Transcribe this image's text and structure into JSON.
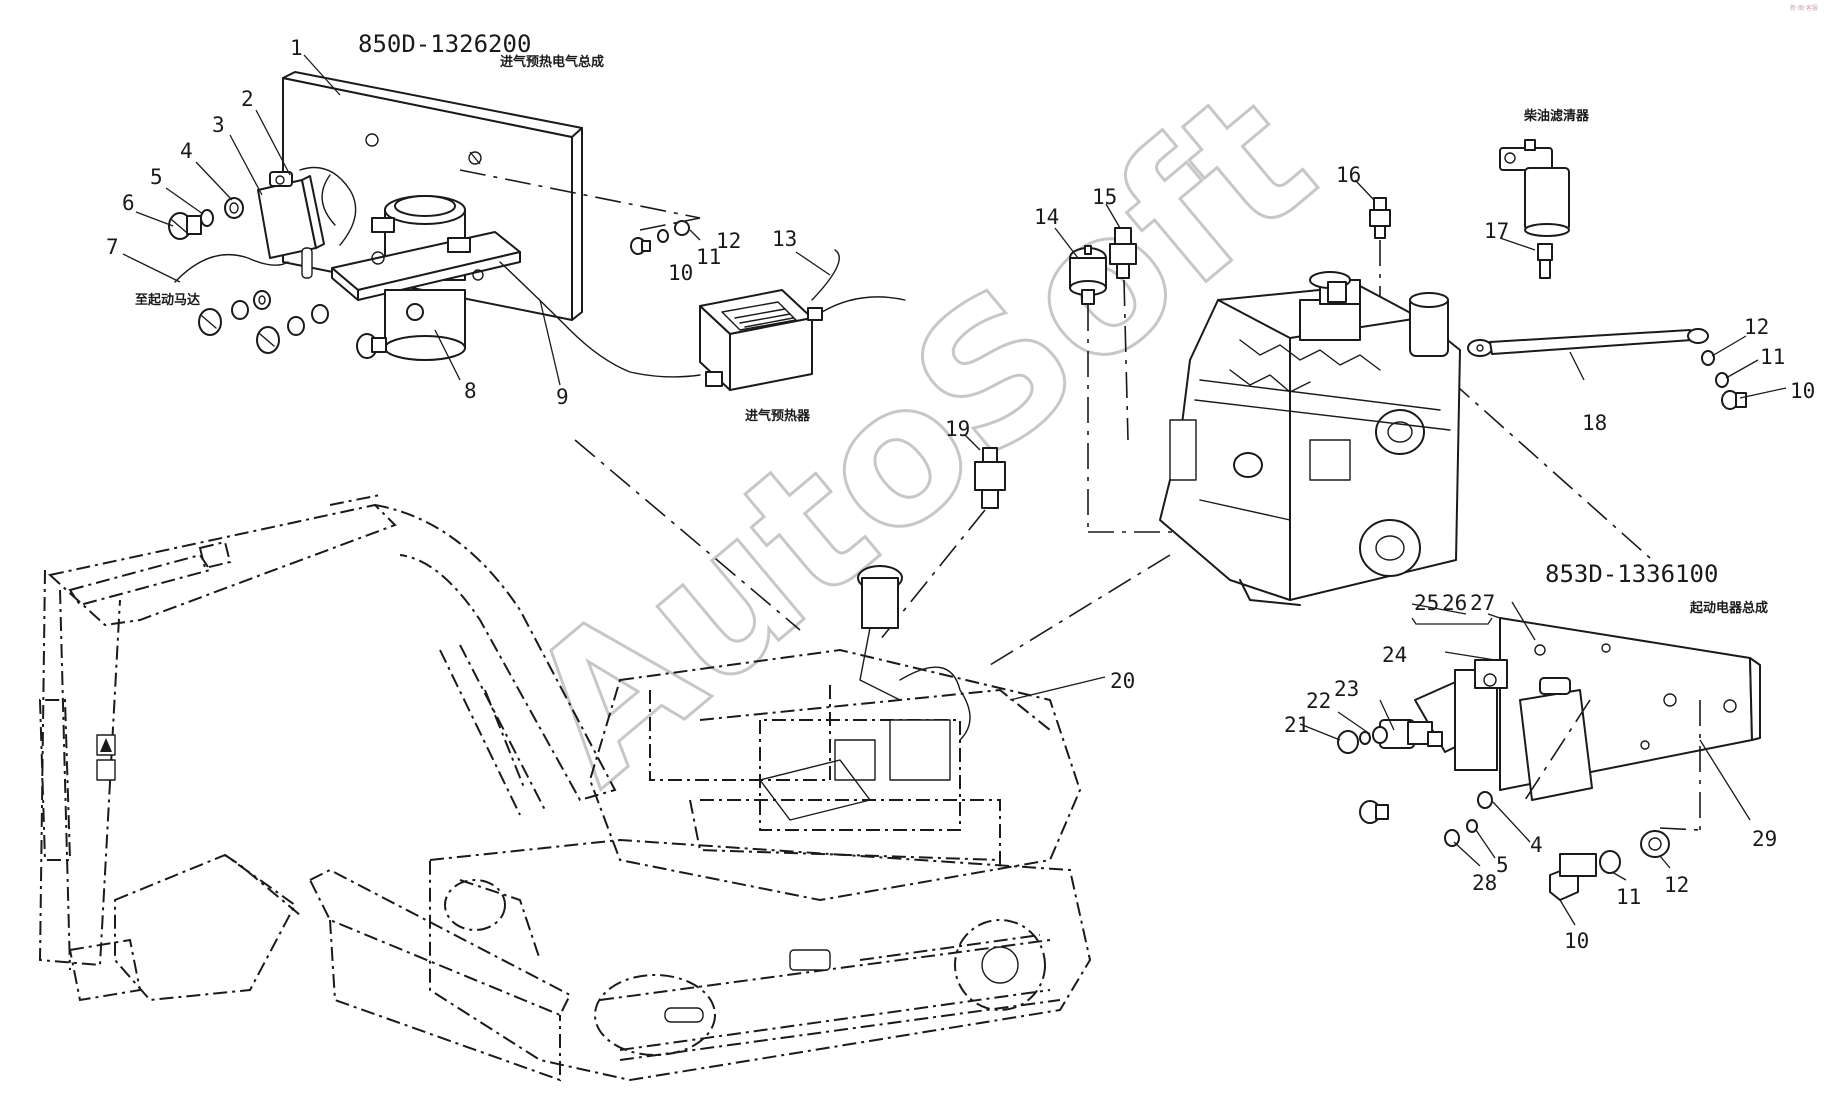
{
  "assemblies": {
    "intake_preheat": {
      "code": "850D-1326200",
      "name": "进气预热电气总成"
    },
    "starter_relay": {
      "code": "853D-1336100",
      "name": "起动电器总成"
    }
  },
  "component_labels": {
    "to_starter_motor": "至起动马达",
    "intake_preheater": "进气预热器",
    "diesel_filter": "柴油滤清器"
  },
  "watermark": "AutoSoft",
  "corner_mark": "新·图·客服",
  "callouts": [
    "1",
    "2",
    "3",
    "4",
    "5",
    "6",
    "7",
    "8",
    "9",
    "10",
    "11",
    "12",
    "13",
    "14",
    "15",
    "16",
    "17",
    "18",
    "19",
    "20",
    "21",
    "22",
    "23",
    "24",
    "25",
    "26",
    "27",
    "28",
    "29"
  ],
  "callouts_right": {
    "num_12": "12",
    "num_11": "11",
    "num_10": "10",
    "num_18": "18",
    "num_4": "4",
    "num_5": "5",
    "num_28": "28",
    "num_29": "29",
    "num_10b": "10",
    "num_11b": "11",
    "num_12b": "12"
  }
}
